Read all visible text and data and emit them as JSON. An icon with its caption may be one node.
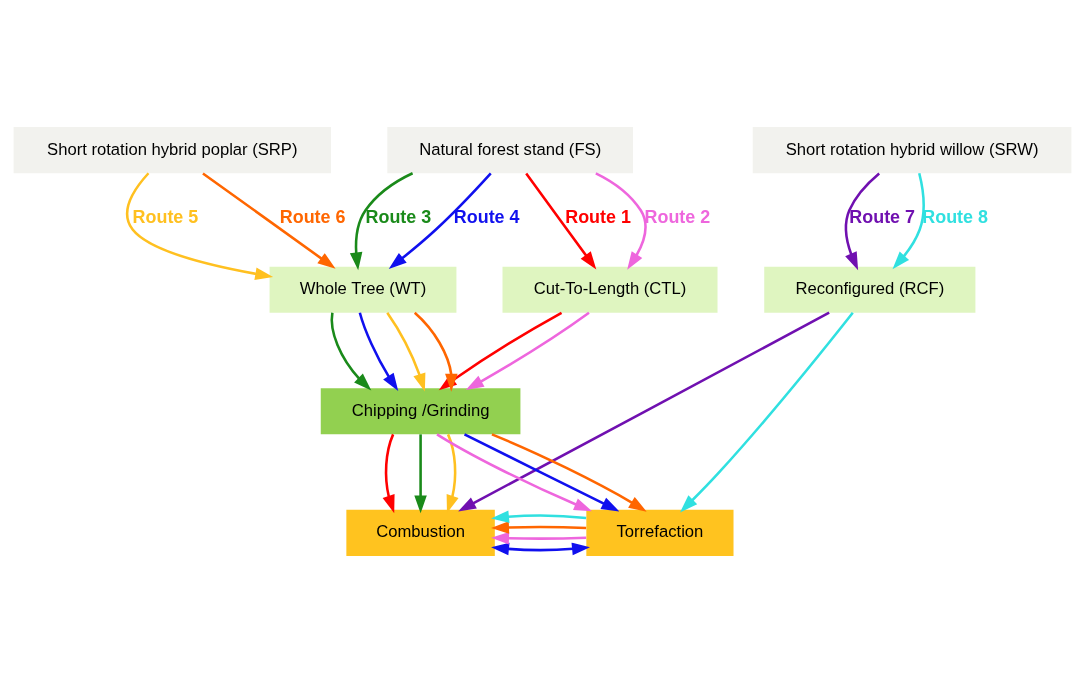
{
  "diagram": {
    "nodes": [
      {
        "text": [
          "Natural forest stand (FS)"
        ]
      },
      {
        "text": [
          "Short rotation hybrid poplar (SRP)"
        ]
      },
      {
        "text": [
          "Short rotation hybrid willow (SRW)"
        ]
      },
      {
        "text": [
          "Cut-To-Length (CTL)"
        ]
      },
      {
        "text": [
          "Whole Tree (WT)"
        ]
      },
      {
        "text": [
          "Reconfigured (RCF)"
        ]
      },
      {
        "text": [
          "Chipping /Grinding"
        ]
      },
      {
        "text": [
          "Combustion"
        ]
      },
      {
        "text": [
          "Torrefaction"
        ]
      }
    ],
    "edges": [
      {
        "from": 0,
        "to": 3,
        "arrow": "to",
        "label": "Route 1",
        "color": "#ff0000"
      },
      {
        "from": 0,
        "to": 3,
        "arrow": "to",
        "label": "Route 2",
        "color": "#ee66dd"
      },
      {
        "from": 0,
        "to": 4,
        "arrow": "to",
        "label": "Route 3",
        "color": "#1a8a1a"
      },
      {
        "from": 0,
        "to": 4,
        "arrow": "to",
        "label": "Route 4",
        "color": "#1010ee"
      },
      {
        "from": 1,
        "to": 4,
        "arrow": "to",
        "label": "Route 5",
        "color": "#ffc020"
      },
      {
        "from": 1,
        "to": 4,
        "arrow": "to",
        "label": "Route 6",
        "color": "#ff6600"
      },
      {
        "from": 2,
        "to": 5,
        "arrow": "to",
        "label": "Route 7",
        "color": "#7010b0"
      },
      {
        "from": 2,
        "to": 5,
        "arrow": "to",
        "label": "Route 8",
        "color": "#30e0e0"
      },
      {
        "from": 3,
        "to": 6,
        "arrow": "to",
        "color": "#ff0000"
      },
      {
        "from": 3,
        "to": 6,
        "arrow": "to",
        "color": "#ee66dd"
      },
      {
        "from": 4,
        "to": 6,
        "arrow": "to",
        "color": "#1a8a1a"
      },
      {
        "from": 4,
        "to": 6,
        "arrow": "to",
        "color": "#1010ee"
      },
      {
        "from": 4,
        "to": 6,
        "arrow": "to",
        "color": "#ffc020"
      },
      {
        "from": 4,
        "to": 6,
        "arrow": "to",
        "color": "#ff6600"
      },
      {
        "from": 5,
        "to": 7,
        "arrow": "to",
        "color": "#7010b0"
      },
      {
        "from": 5,
        "to": 8,
        "arrow": "to",
        "color": "#30e0e0"
      },
      {
        "from": 6,
        "to": 7,
        "arrow": "to",
        "color": "#ff0000"
      },
      {
        "from": 6,
        "to": 7,
        "arrow": "to",
        "color": "#1a8a1a"
      },
      {
        "from": 6,
        "to": 7,
        "arrow": "to",
        "color": "#ffc020"
      },
      {
        "from": 6,
        "to": 8,
        "arrow": "to",
        "color": "#ee66dd"
      },
      {
        "from": 6,
        "to": 8,
        "arrow": "to",
        "color": "#1010ee"
      },
      {
        "from": 6,
        "to": 8,
        "arrow": "to",
        "color": "#ff6600"
      },
      {
        "from": 7,
        "to": 8,
        "arrow": "both",
        "color": "#1010ee"
      },
      {
        "from": 8,
        "to": 7,
        "arrow": "to",
        "color": "#ee66dd"
      },
      {
        "from": 8,
        "to": 7,
        "arrow": "to",
        "color": "#ff6600"
      },
      {
        "from": 8,
        "to": 7,
        "arrow": "to",
        "color": "#30e0e0"
      }
    ]
  }
}
